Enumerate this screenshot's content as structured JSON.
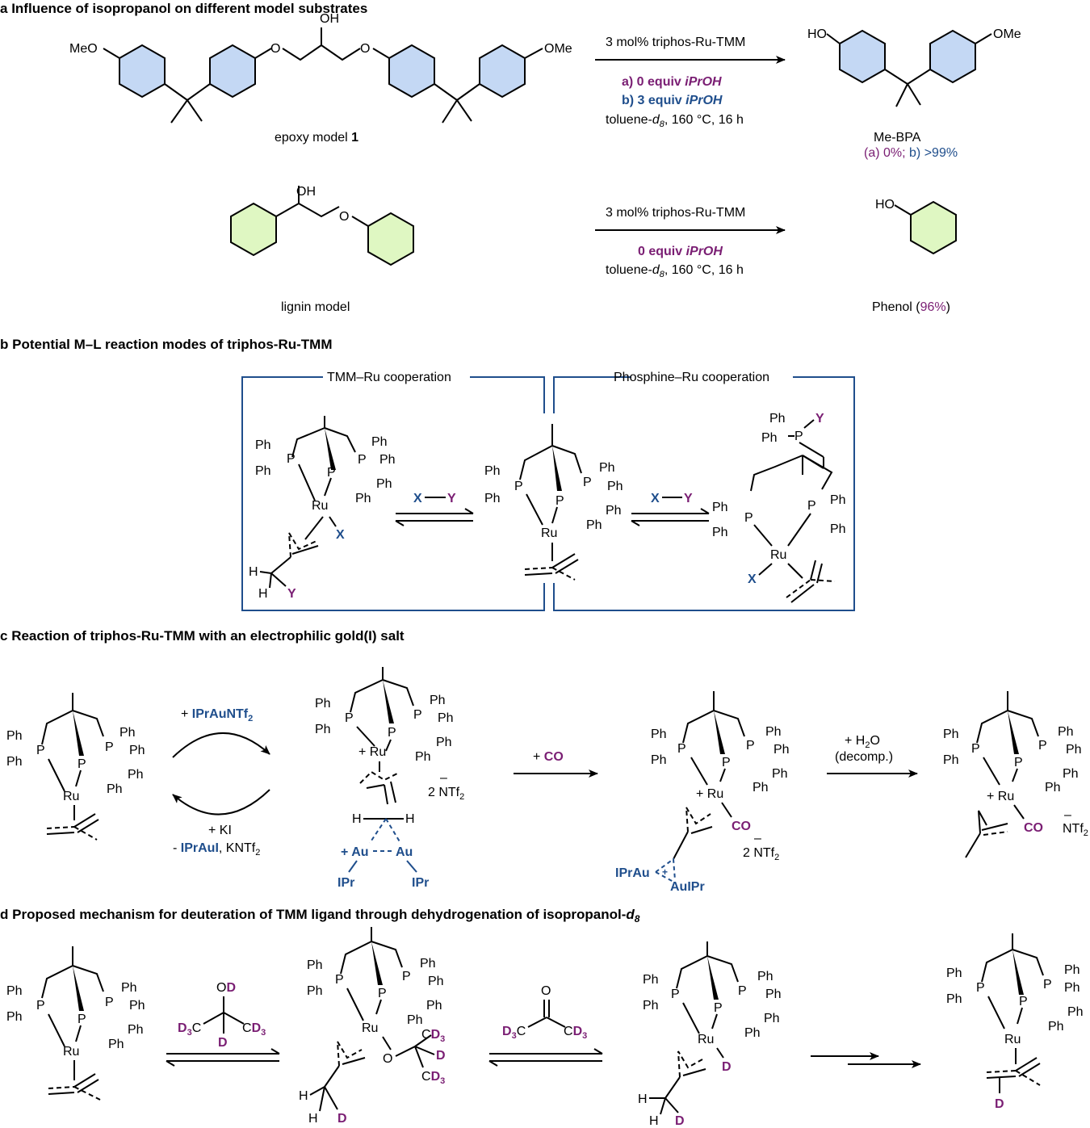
{
  "panels": {
    "a": {
      "letter": "a",
      "title": "Influence of isopropanol on different model substrates",
      "epoxy_label_pre": "epoxy model ",
      "epoxy_label_num": "1",
      "lignin_label": "lignin model",
      "rxn1_top": "3 mol% triphos-Ru-TMM",
      "rxn1_a": "a) 0 equiv ",
      "rxn1_b": "b) 3 equiv ",
      "iproh": "iPrOH",
      "rxn_cond_pre": "toluene-",
      "rxn_cond_d": "d",
      "rxn_cond_8": "8",
      "rxn_cond_post": ", 160 °C, 16 h",
      "rxn2_top": "3 mol% triphos-Ru-TMM",
      "rxn2_mid": "0 equiv ",
      "product1_name": "Me-BPA",
      "product1_yield_a": "(a) 0%;",
      "product1_yield_b": " b) >99%",
      "product2_name_pre": "Phenol (",
      "product2_yield": "96%",
      "product2_name_post": ")",
      "atoms": {
        "meo": "MeO",
        "ome": "OMe",
        "ho": "HO",
        "oh": "OH",
        "o": "O"
      }
    },
    "b": {
      "letter": "b",
      "title": "Potential M–L reaction modes of triphos-Ru-TMM",
      "box_left": "TMM–Ru cooperation",
      "box_right": "Phosphine–Ru cooperation",
      "xy": {
        "x": "X",
        "y": "Y"
      }
    },
    "c": {
      "letter": "c",
      "title": "Reaction of triphos-Ru-TMM with an electrophilic gold(I) salt",
      "reagent1_pre": "+ ",
      "reagent1": "IPrAuNTf",
      "reagent1_sub": "2",
      "reagent2_a": "+ KI",
      "reagent2_b_pre": "- ",
      "reagent2_b": "IPrAuI",
      "reagent2_b_post": ", KNTf",
      "reagent2_b_sub": "2",
      "co_reagent_pre": "+ ",
      "co_reagent": "CO",
      "water_pre": "+ H",
      "water_sub": "2",
      "water_post": "O",
      "decomp": "(decomp.)",
      "ntf2_2": "2 NTf",
      "ntf2": "NTf",
      "ntf2_sub": "2",
      "au": "Au",
      "au_plus": "+ Au",
      "ipr": "IPr",
      "iprau": "IPrAu",
      "auipr": "AuIPr",
      "co": "CO"
    },
    "d": {
      "letter": "d",
      "title": "Proposed mechanism for deuteration of TMM ligand through dehydrogenation of isopropanol-",
      "title_d": "d",
      "title_8": "8",
      "od": "OD",
      "d": "D",
      "d3": "D",
      "d3_sub": "3",
      "c": "C",
      "o": "O"
    }
  },
  "common": {
    "ph": "Ph",
    "p": "P",
    "ru": "Ru",
    "plus_ru": "+ Ru",
    "h": "H",
    "minus": "–"
  },
  "colors": {
    "purple": "#7a1e73",
    "blue": "#1f4e8c",
    "ring_blue": "#c4d8f4",
    "ring_green": "#dff7c2"
  }
}
